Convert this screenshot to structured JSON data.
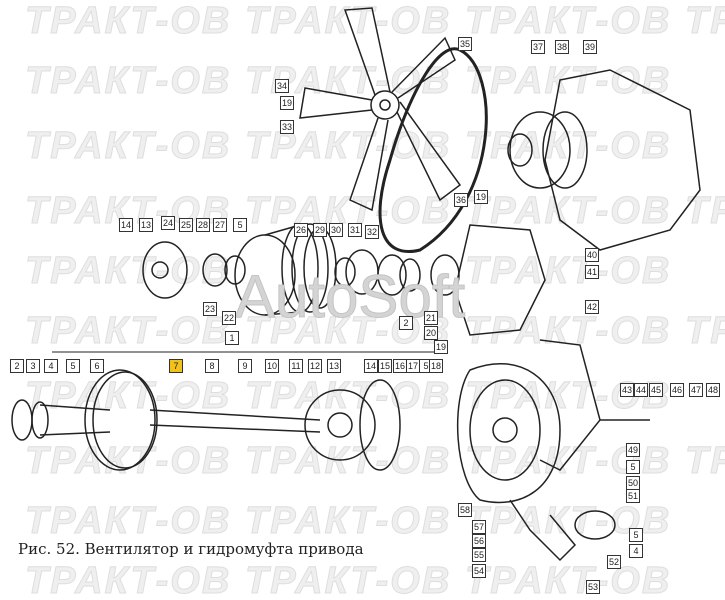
{
  "caption": "Рис. 52. Вентилятор и гидромуфта привода",
  "watermark": "ТРАКТ-ОВ",
  "watermark_center": "AutoSoft",
  "highlight_color": "#f2c21b",
  "labels": [
    "35",
    "37",
    "38",
    "39",
    "34",
    "19",
    "33",
    "36",
    "19",
    "40",
    "41",
    "42",
    "14",
    "13",
    "24",
    "25",
    "28",
    "27",
    "5",
    "26",
    "29",
    "30",
    "31",
    "32",
    "23",
    "22",
    "1",
    "2",
    "21",
    "20",
    "19",
    "2",
    "3",
    "4",
    "5",
    "6",
    "7",
    "8",
    "9",
    "10",
    "11",
    "12",
    "13",
    "14",
    "15",
    "16",
    "17",
    "5",
    "18",
    "43",
    "44",
    "45",
    "46",
    "47",
    "48",
    "49",
    "5",
    "50",
    "51",
    "58",
    "57",
    "56",
    "55",
    "54",
    "5",
    "4",
    "52",
    "53"
  ],
  "highlighted_label": "7"
}
